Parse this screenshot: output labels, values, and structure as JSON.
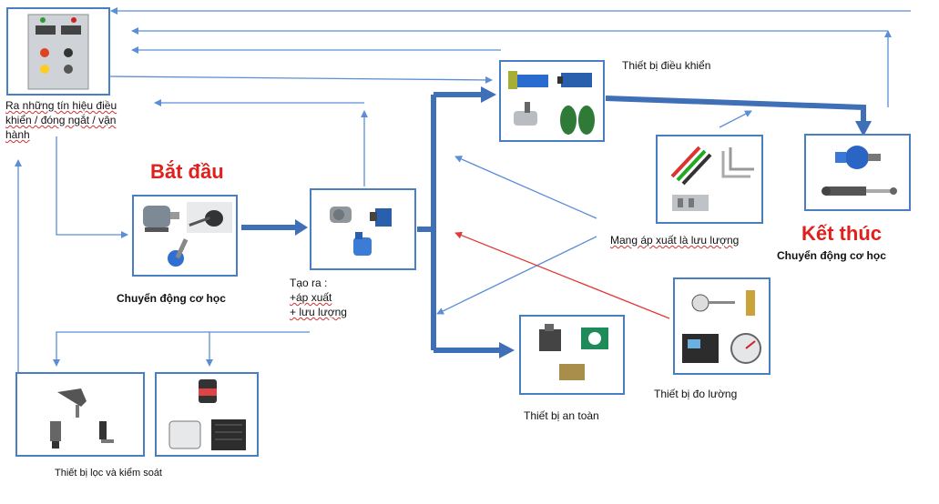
{
  "title_start": "Bắt đầu",
  "title_end": "Kết thúc",
  "labels": {
    "signals": "Ra những tín hiệu điều khiển / đóng ngắt / vận hành",
    "motion_start": "Chuyển động cơ học",
    "create_title": "Tạo ra :",
    "create_pressure": "+áp xuất",
    "create_flow": "+ lưu lượng",
    "control_device": "Thiết bị điều khiển",
    "carry": "Mang áp xuất là lưu lượng",
    "motion_end": "Chuyển động cơ học",
    "measure": "Thiết bị đo lường",
    "safety": "Thiết bị an toàn",
    "filter_control": "Thiết bị lọc và kiểm soát"
  },
  "icons": [
    "control-panel-icon",
    "electric-motor-icon",
    "hydraulic-pump-icon",
    "directional-valve-icon",
    "accumulator-icon",
    "hose-fittings-icon",
    "hydraulic-motor-icon",
    "hydraulic-cylinder-icon",
    "pressure-gauge-icon",
    "test-kit-icon",
    "relief-valve-icon",
    "pipe-clamp-icon",
    "filter-icon",
    "oil-cooler-icon",
    "sensor-icon"
  ],
  "colors": {
    "thick_arrow": "#3f6fb6",
    "thin_arrow": "#5b8ed6",
    "red_arrow": "#e23a3a",
    "title": "#e0201c"
  }
}
